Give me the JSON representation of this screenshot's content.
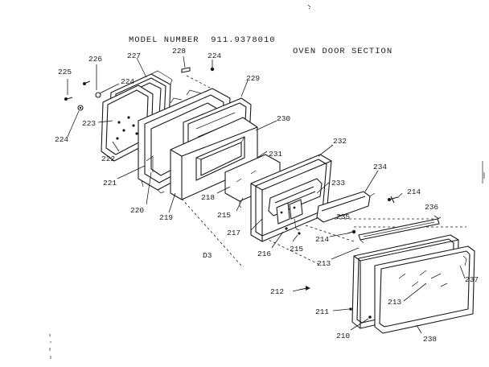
{
  "header": {
    "model_label": "MODEL NUMBER",
    "model_number": "911.9378010",
    "section_title": "OVEN DOOR SECTION"
  },
  "code": "D3",
  "callouts": [
    {
      "id": "c225",
      "text": "225"
    },
    {
      "id": "c226",
      "text": "226"
    },
    {
      "id": "c227",
      "text": "227"
    },
    {
      "id": "c228",
      "text": "228"
    },
    {
      "id": "c224a",
      "text": "224"
    },
    {
      "id": "c224b",
      "text": "224"
    },
    {
      "id": "c229",
      "text": "229"
    },
    {
      "id": "c223",
      "text": "223"
    },
    {
      "id": "c224c",
      "text": "224"
    },
    {
      "id": "c230",
      "text": "230"
    },
    {
      "id": "c231",
      "text": "231"
    },
    {
      "id": "c232",
      "text": "232"
    },
    {
      "id": "c222",
      "text": "222"
    },
    {
      "id": "c221",
      "text": "221"
    },
    {
      "id": "c220",
      "text": "220"
    },
    {
      "id": "c219",
      "text": "219"
    },
    {
      "id": "c218",
      "text": "218"
    },
    {
      "id": "c215a",
      "text": "215"
    },
    {
      "id": "c217",
      "text": "217"
    },
    {
      "id": "c233",
      "text": "233"
    },
    {
      "id": "c234",
      "text": "234"
    },
    {
      "id": "c214a",
      "text": "214"
    },
    {
      "id": "c235",
      "text": "235"
    },
    {
      "id": "c214b",
      "text": "214"
    },
    {
      "id": "c216",
      "text": "216"
    },
    {
      "id": "c215b",
      "text": "215"
    },
    {
      "id": "c236",
      "text": "236"
    },
    {
      "id": "c213a",
      "text": "213"
    },
    {
      "id": "c212",
      "text": "212"
    },
    {
      "id": "c237",
      "text": "237"
    },
    {
      "id": "c213b",
      "text": "213"
    },
    {
      "id": "c211",
      "text": "211"
    },
    {
      "id": "c210",
      "text": "210"
    },
    {
      "id": "c238",
      "text": "238"
    }
  ]
}
